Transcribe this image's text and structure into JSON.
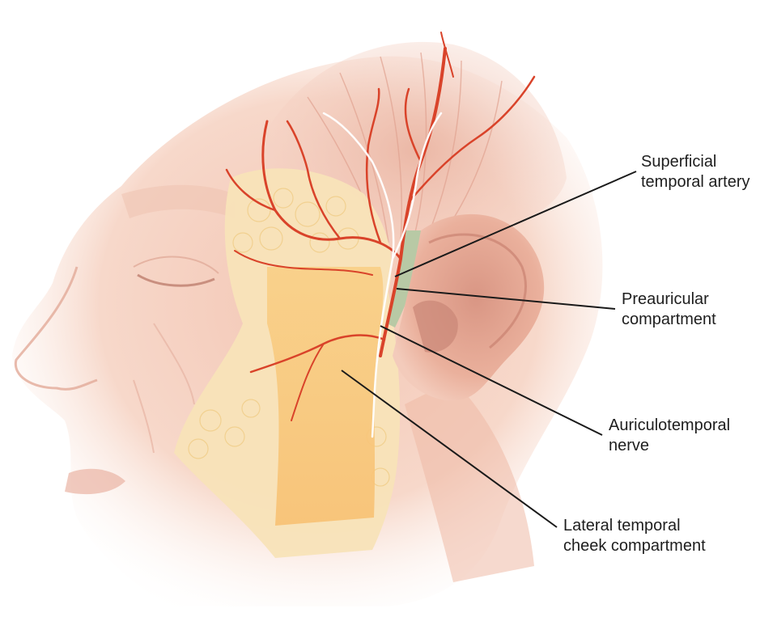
{
  "colors": {
    "skin": "#f5d3c4",
    "skin_light": "#fbe9e0",
    "muscle": "#eebaa8",
    "fat": "#f8e2b4",
    "compartment": "#f8c478",
    "preauricular": "#b9c9a6",
    "artery": "#d9432a",
    "nerve": "#ffffff",
    "leader": "#1a1a1a"
  },
  "labels": {
    "superficial_temporal_artery": {
      "line1": "Superficial",
      "line2": "temporal artery"
    },
    "preauricular_compartment": {
      "line1": "Preauricular",
      "line2": "compartment"
    },
    "auriculotemporal_nerve": {
      "line1": "Auriculotemporal",
      "line2": "nerve"
    },
    "lateral_temporal_cheek_compartment": {
      "line1": "Lateral temporal",
      "line2": "cheek compartment"
    }
  }
}
